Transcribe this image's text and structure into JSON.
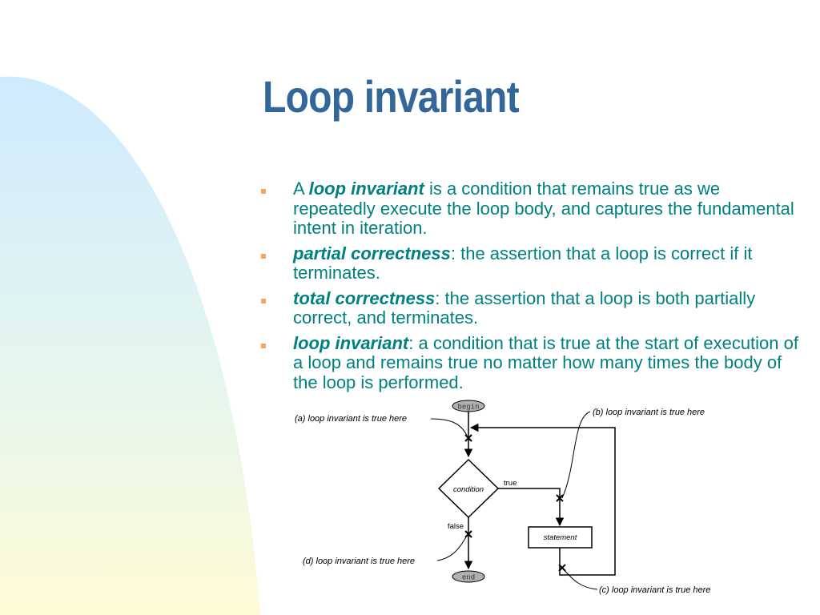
{
  "slide": {
    "title": "Loop invariant",
    "accent_color": "#336699",
    "text_color": "#008080",
    "bullet_color": "#f4a460",
    "bullets": [
      {
        "term": "loop invariant",
        "prefix": "A ",
        "rest": "  is a condition that remains true as we repeatedly execute the loop body, and captures the fundamental intent in iteration."
      },
      {
        "term": "partial correctness",
        "prefix": "",
        "rest": ": the assertion that a loop is correct if it terminates."
      },
      {
        "term": "total correctness",
        "prefix": "",
        "rest": ": the assertion that a loop is both partially correct, and terminates."
      },
      {
        "term": "loop invariant",
        "prefix": "",
        "rest": ": a condition that is true at the start of execution of a loop and remains true no matter how many times the body of the loop is performed."
      }
    ]
  },
  "flowchart": {
    "begin": "begin",
    "end": "end",
    "condition": "condition",
    "statement": "statement",
    "true_label": "true",
    "false_label": "false",
    "label_a": "(a) loop invariant is true here",
    "label_b": "(b) loop invariant is true here",
    "label_c": "(c) loop invariant is true here",
    "label_d": "(d) loop invariant is true here"
  }
}
